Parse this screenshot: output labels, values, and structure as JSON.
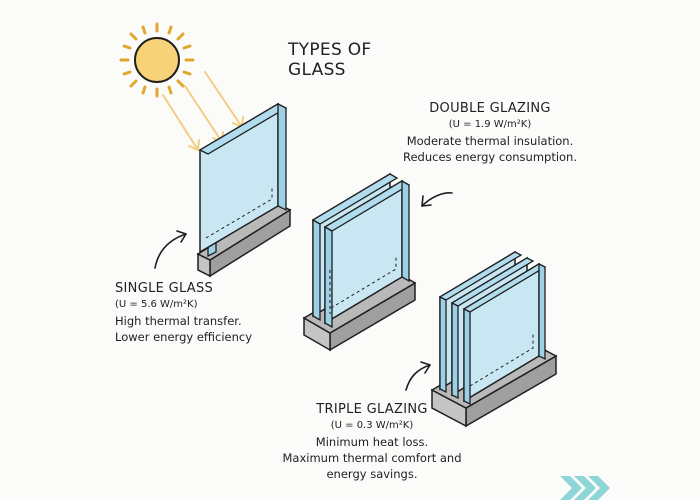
{
  "title": "TYPES OF GLASS",
  "single": {
    "name": "SINGLE GLASS",
    "u_value": "(U = 5.6 W/m²K)",
    "line1": "High thermal transfer.",
    "line2": "Lower energy efficiency"
  },
  "double": {
    "name": "DOUBLE GLAZING",
    "u_value": "(U = 1.9 W/m²K)",
    "line1": "Moderate thermal insulation.",
    "line2": "Reduces energy consumption."
  },
  "triple": {
    "name": "TRIPLE GLAZING",
    "u_value": "(U = 0.3 W/m²K)",
    "line1": "Minimum heat loss.",
    "line2": "Maximum thermal comfort and",
    "line3": "energy savings."
  },
  "icons": [
    "sun-icon",
    "sunray-arrow-icon",
    "pointer-arrow-icon",
    "chevrons-icon"
  ],
  "colors": {
    "glass_fill": "#c9e7f3",
    "glass_edge": "#1f1f1f",
    "base_fill": "#b9b9b9",
    "sun_fill": "#f8d277",
    "sun_ray": "#e2a72a",
    "sunray_arrow": "#f2cf80",
    "chevron": "#8fd6d8"
  }
}
